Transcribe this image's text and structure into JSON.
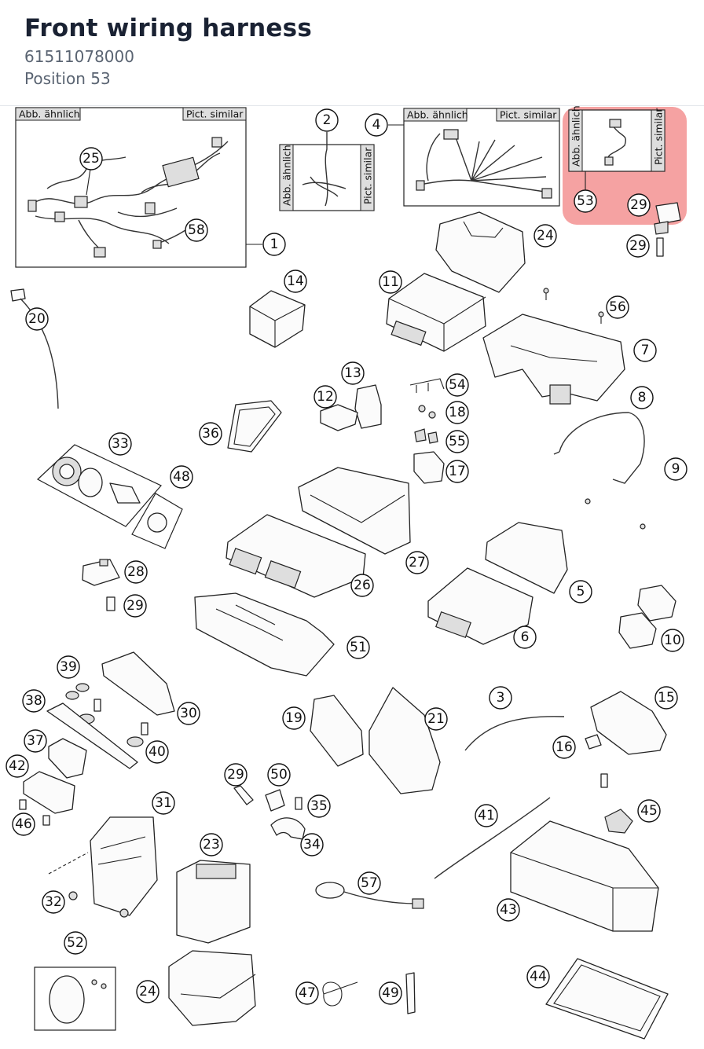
{
  "header": {
    "title": "Front wiring harness",
    "part_number": "61511078000",
    "position": "Position 53"
  },
  "labels": {
    "abb": "Abb. ähnlich",
    "pict": "Pict. similar",
    "pict_variant": "Pict. similar"
  },
  "colors": {
    "highlight": "#f28b8b",
    "title": "#1a2233",
    "subtitle": "#5a6472"
  },
  "callouts": {
    "c1": "1",
    "c2": "2",
    "c3": "3",
    "c4": "4",
    "c5": "5",
    "c6": "6",
    "c7": "7",
    "c8": "8",
    "c9": "9",
    "c10": "10",
    "c11": "11",
    "c12": "12",
    "c13": "13",
    "c14": "14",
    "c15": "15",
    "c16": "16",
    "c17": "17",
    "c18": "18",
    "c19": "19",
    "c20": "20",
    "c21": "21",
    "c23": "23",
    "c24a": "24",
    "c24b": "24",
    "c25": "25",
    "c26": "26",
    "c27": "27",
    "c28": "28",
    "c29a": "29",
    "c29b": "29",
    "c29c": "29",
    "c29d": "29",
    "c30": "30",
    "c31": "31",
    "c32": "32",
    "c33": "33",
    "c34": "34",
    "c35": "35",
    "c36": "36",
    "c37": "37",
    "c38": "38",
    "c39": "39",
    "c40": "40",
    "c41": "41",
    "c42": "42",
    "c43": "43",
    "c44": "44",
    "c45": "45",
    "c46": "46",
    "c47": "47",
    "c48": "48",
    "c49": "49",
    "c50": "50",
    "c51": "51",
    "c52": "52",
    "c53": "53",
    "c54": "54",
    "c55": "55",
    "c56": "56",
    "c57": "57",
    "c58": "58"
  }
}
